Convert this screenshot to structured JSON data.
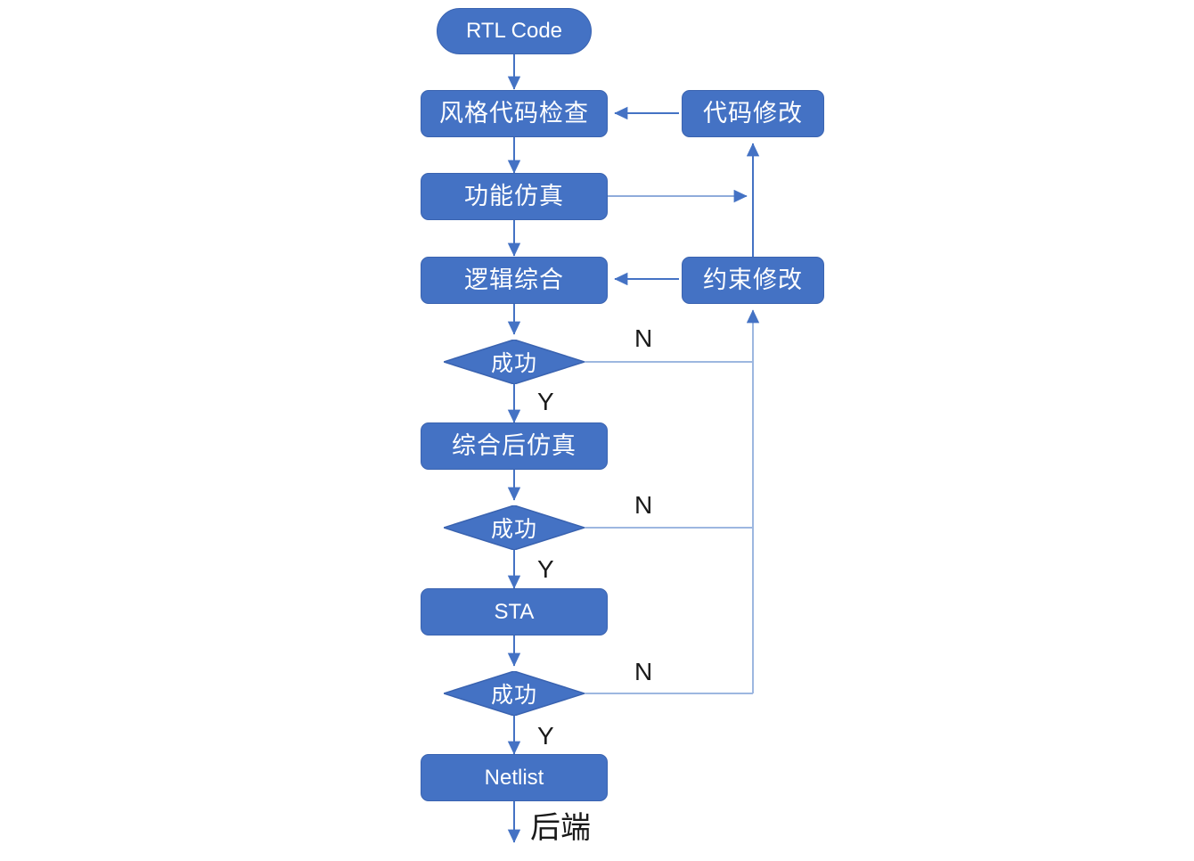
{
  "diagram": {
    "type": "flowchart",
    "title": "",
    "orientation": "top-to-bottom",
    "colors": {
      "node_fill": "#4472C4",
      "node_border": "#3A63B0",
      "node_text": "#FFFFFF",
      "edge_main": "#4472C4",
      "edge_branch": "#9DB7E0",
      "label_text": "#1A1A1A",
      "background": "#FFFFFF"
    },
    "nodes": [
      {
        "id": "rtl_code",
        "label": "RTL Code",
        "shape": "pill",
        "script": "en"
      },
      {
        "id": "style_check",
        "label": "风格代码检查",
        "shape": "rect",
        "script": "cn"
      },
      {
        "id": "code_fix",
        "label": "代码修改",
        "shape": "rect",
        "script": "cn"
      },
      {
        "id": "func_sim",
        "label": "功能仿真",
        "shape": "rect",
        "script": "cn"
      },
      {
        "id": "logic_synth",
        "label": "逻辑综合",
        "shape": "rect",
        "script": "cn"
      },
      {
        "id": "constraint_fix",
        "label": "约束修改",
        "shape": "rect",
        "script": "cn"
      },
      {
        "id": "decision_1",
        "label": "成功",
        "shape": "diamond",
        "script": "cn"
      },
      {
        "id": "post_syn_sim",
        "label": "综合后仿真",
        "shape": "rect",
        "script": "cn"
      },
      {
        "id": "decision_2",
        "label": "成功",
        "shape": "diamond",
        "script": "cn"
      },
      {
        "id": "sta",
        "label": "STA",
        "shape": "rect",
        "script": "en"
      },
      {
        "id": "decision_3",
        "label": "成功",
        "shape": "diamond",
        "script": "cn"
      },
      {
        "id": "netlist",
        "label": "Netlist",
        "shape": "rect",
        "script": "en"
      }
    ],
    "edge_labels": {
      "n1": "N",
      "y1": "Y",
      "n2": "N",
      "y2": "Y",
      "n3": "N",
      "y3": "Y"
    },
    "terminal_label": "后端",
    "edges": [
      {
        "from": "rtl_code",
        "to": "style_check",
        "label": ""
      },
      {
        "from": "code_fix",
        "to": "style_check",
        "label": ""
      },
      {
        "from": "style_check",
        "to": "func_sim",
        "label": ""
      },
      {
        "from": "func_sim",
        "to": "code_fix",
        "label": ""
      },
      {
        "from": "func_sim",
        "to": "logic_synth",
        "label": ""
      },
      {
        "from": "constraint_fix",
        "to": "logic_synth",
        "label": ""
      },
      {
        "from": "logic_synth",
        "to": "decision_1",
        "label": ""
      },
      {
        "from": "decision_1",
        "to": "constraint_fix",
        "label": "N"
      },
      {
        "from": "decision_1",
        "to": "post_syn_sim",
        "label": "Y"
      },
      {
        "from": "post_syn_sim",
        "to": "decision_2",
        "label": ""
      },
      {
        "from": "decision_2",
        "to": "constraint_fix",
        "label": "N"
      },
      {
        "from": "decision_2",
        "to": "sta",
        "label": "Y"
      },
      {
        "from": "sta",
        "to": "decision_3",
        "label": ""
      },
      {
        "from": "decision_3",
        "to": "constraint_fix",
        "label": "N"
      },
      {
        "from": "decision_3",
        "to": "netlist",
        "label": "Y"
      },
      {
        "from": "netlist",
        "to": "后端",
        "label": ""
      }
    ]
  }
}
